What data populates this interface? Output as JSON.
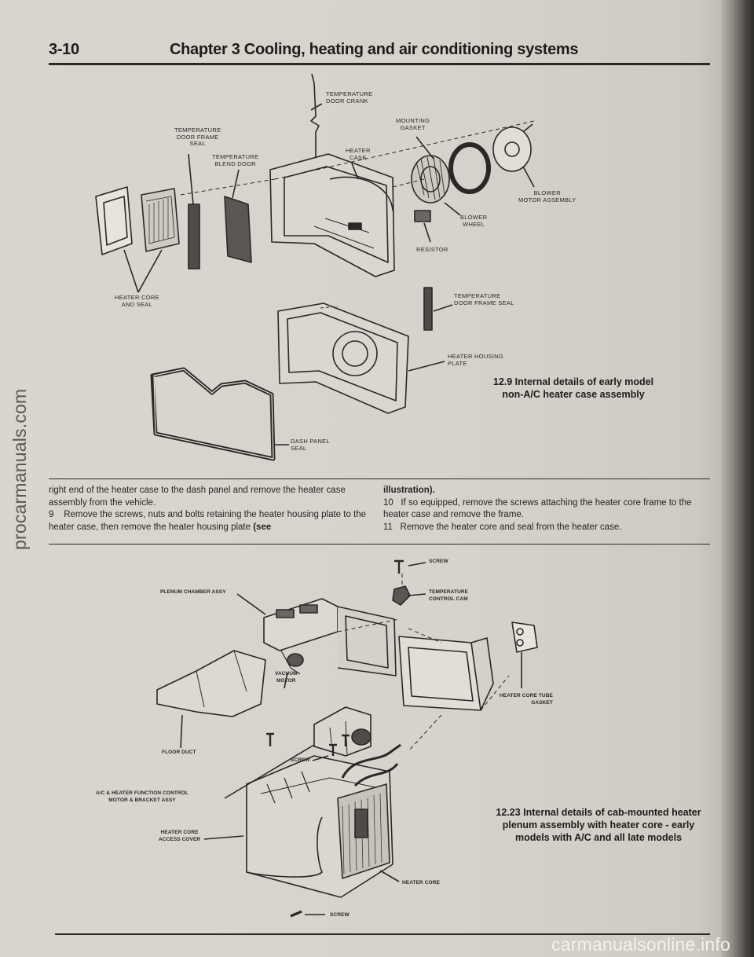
{
  "header": {
    "page_number": "3-10",
    "chapter_title": "Chapter 3  Cooling, heating and air conditioning systems"
  },
  "figure_1": {
    "caption": "12.9  Internal details of early model\nnon-A/C heater case assembly",
    "labels": {
      "temperature_door_crank": "TEMPERATURE\nDOOR CRANK",
      "temperature_door_frame_seal_top": "TEMPERATURE\nDOOR FRAME\nSEAL",
      "temperature_blend_door": "TEMPERATURE\nBLEND DOOR",
      "heater_case": "HEATER\nCASE",
      "mounting_gasket": "MOUNTING\nGASKET",
      "blower_motor_assembly": "BLOWER\nMOTOR ASSEMBLY",
      "blower_wheel": "BLOWER\nWHEEL",
      "resistor": "RESISTOR",
      "heater_core_and_seal": "HEATER CORE\nAND SEAL",
      "temperature_door_frame_seal": "TEMPERATURE\nDOOR FRAME SEAL",
      "heater_housing_plate": "HEATER HOUSING\nPLATE",
      "dash_panel_seal": "DASH PANEL\nSEAL"
    }
  },
  "body_text": {
    "left_col": {
      "p1": "right end of the heater case to the dash panel and remove the heater case assembly from the vehicle.",
      "p2_num": "9",
      "p2": "Remove the screws, nuts and bolts retaining the heater housing plate to the heater case, then remove the heater housing plate",
      "p2_bold": "(see"
    },
    "right_col": {
      "p1_bold": "illustration).",
      "p2_num": "10",
      "p2": "If so equipped, remove the screws attaching the heater core frame to the heater case and remove the frame.",
      "p3_num": "11",
      "p3": "Remove the heater core and seal from the heater case."
    }
  },
  "figure_2": {
    "caption": "12.23  Internal details of cab-mounted heater\nplenum assembly with heater core - early\nmodels with A/C and all late models",
    "labels": {
      "screw_top": "SCREW",
      "temperature_control_cam": "TEMPERATURE\nCONTROL CAM",
      "plenum_chamber_assy": "PLENUM CHAMBER ASSY",
      "vacuum_motor": "VACUUM\nMOTOR",
      "heater_core_tube_gasket": "HEATER CORE TUBE\nGASKET",
      "floor_duct": "FLOOR DUCT",
      "screw_mid": "SCREW",
      "ac_heater_function_control": "A/C & HEATER FUNCTION CONTROL\nMOTOR & BRACKET ASSY",
      "heater_core_access_cover": "HEATER CORE\nACCESS COVER",
      "heater_core": "HEATER CORE",
      "screw_bottom": "SCREW"
    }
  },
  "watermarks": {
    "side": "procarmanuals.com",
    "footer": "carmanualsonline.info"
  }
}
